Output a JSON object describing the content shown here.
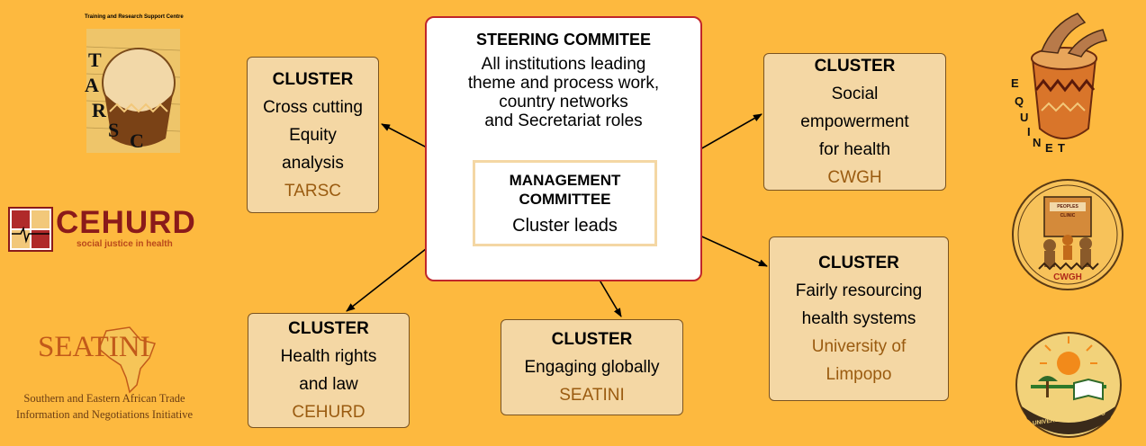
{
  "steering": {
    "title": "STEERING COMMITEE",
    "lines": [
      "All institutions leading",
      "theme and process work,",
      "country networks",
      "and Secretariat roles"
    ]
  },
  "management": {
    "title_1": "MANAGEMENT",
    "title_2": "COMMITTEE",
    "subtitle": "Cluster leads"
  },
  "clusters": [
    {
      "title": "CLUSTER",
      "lines": [
        "Cross cutting",
        "Equity",
        "analysis"
      ],
      "lead": "TARSC"
    },
    {
      "title": "CLUSTER",
      "lines": [
        "Social",
        "empowerment",
        "for health"
      ],
      "lead": "CWGH"
    },
    {
      "title": "CLUSTER",
      "lines": [
        "Fairly resourcing",
        "health systems"
      ],
      "lead_lines": [
        "University of",
        "Limpopo"
      ]
    },
    {
      "title": "CLUSTER",
      "lines": [
        "Engaging globally"
      ],
      "lead": "SEATINI"
    },
    {
      "title": "CLUSTER",
      "lines": [
        "Health rights",
        "and law"
      ],
      "lead": "CEHURD"
    }
  ],
  "logos": {
    "tarsc": {
      "header": "Training and Research Support Centre",
      "name": "TARSC"
    },
    "cehurd": {
      "name": "CEHURD",
      "tagline": "social justice in health"
    },
    "seatini": {
      "name": "SEATINI",
      "line_1": "Southern and Eastern African Trade",
      "line_2": "Information and Negotiations Initiative"
    },
    "equinet": {
      "name": "EQUINET"
    },
    "cwgh": {
      "name": "CWGH",
      "banner": "PEOPLES CLINIC"
    },
    "limpopo": {
      "name": "UNIVERSITY OF LIMPOPO"
    }
  },
  "colors": {
    "background": "#FDB93F",
    "cluster_fill": "#F4D7A4",
    "steering_border": "#c0262b",
    "lead_text": "#9a5b10"
  }
}
